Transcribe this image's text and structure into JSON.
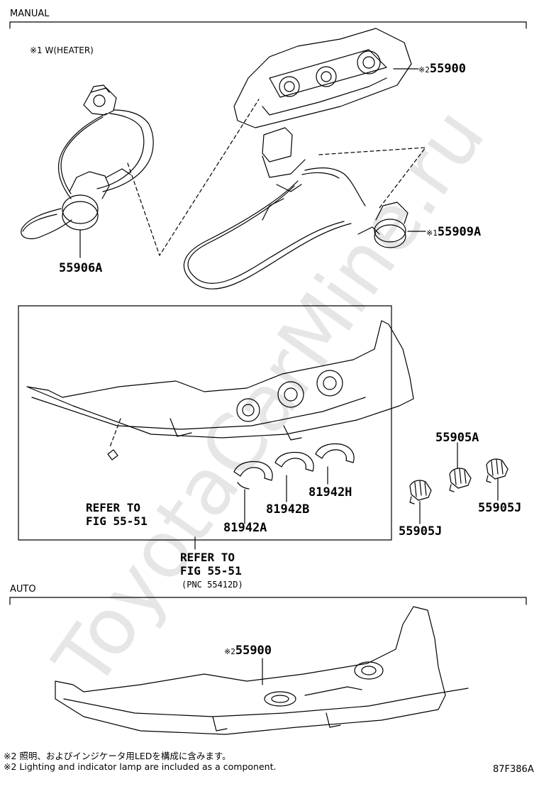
{
  "sections": {
    "manual": "MANUAL",
    "auto": "AUTO"
  },
  "watermark": "ToyotaCarMine.ru",
  "notes": {
    "w_heater": "※1 W(HEATER)"
  },
  "marks": {
    "m1": "※1",
    "m2": "※2"
  },
  "parts": {
    "p55900_top": "55900",
    "p55909a": "55909A",
    "p55906a": "55906A",
    "p55905a": "55905A",
    "p55905j_right": "55905J",
    "p55905j_left": "55905J",
    "p81942h": "81942H",
    "p81942b": "81942B",
    "p81942a": "81942A",
    "p55900_auto": "55900"
  },
  "refs": {
    "inner_line1": "REFER TO",
    "inner_line2": "FIG 55-51",
    "outer_line1": "REFER TO",
    "outer_line2": "FIG 55-51",
    "outer_pnc": "(PNC 55412D)"
  },
  "footnotes": {
    "jp": "※2 照明、およびインジケータ用LEDを構成に含みます。",
    "en": "※2 Lighting and indicator lamp are included as a component."
  },
  "code": "87F386A"
}
